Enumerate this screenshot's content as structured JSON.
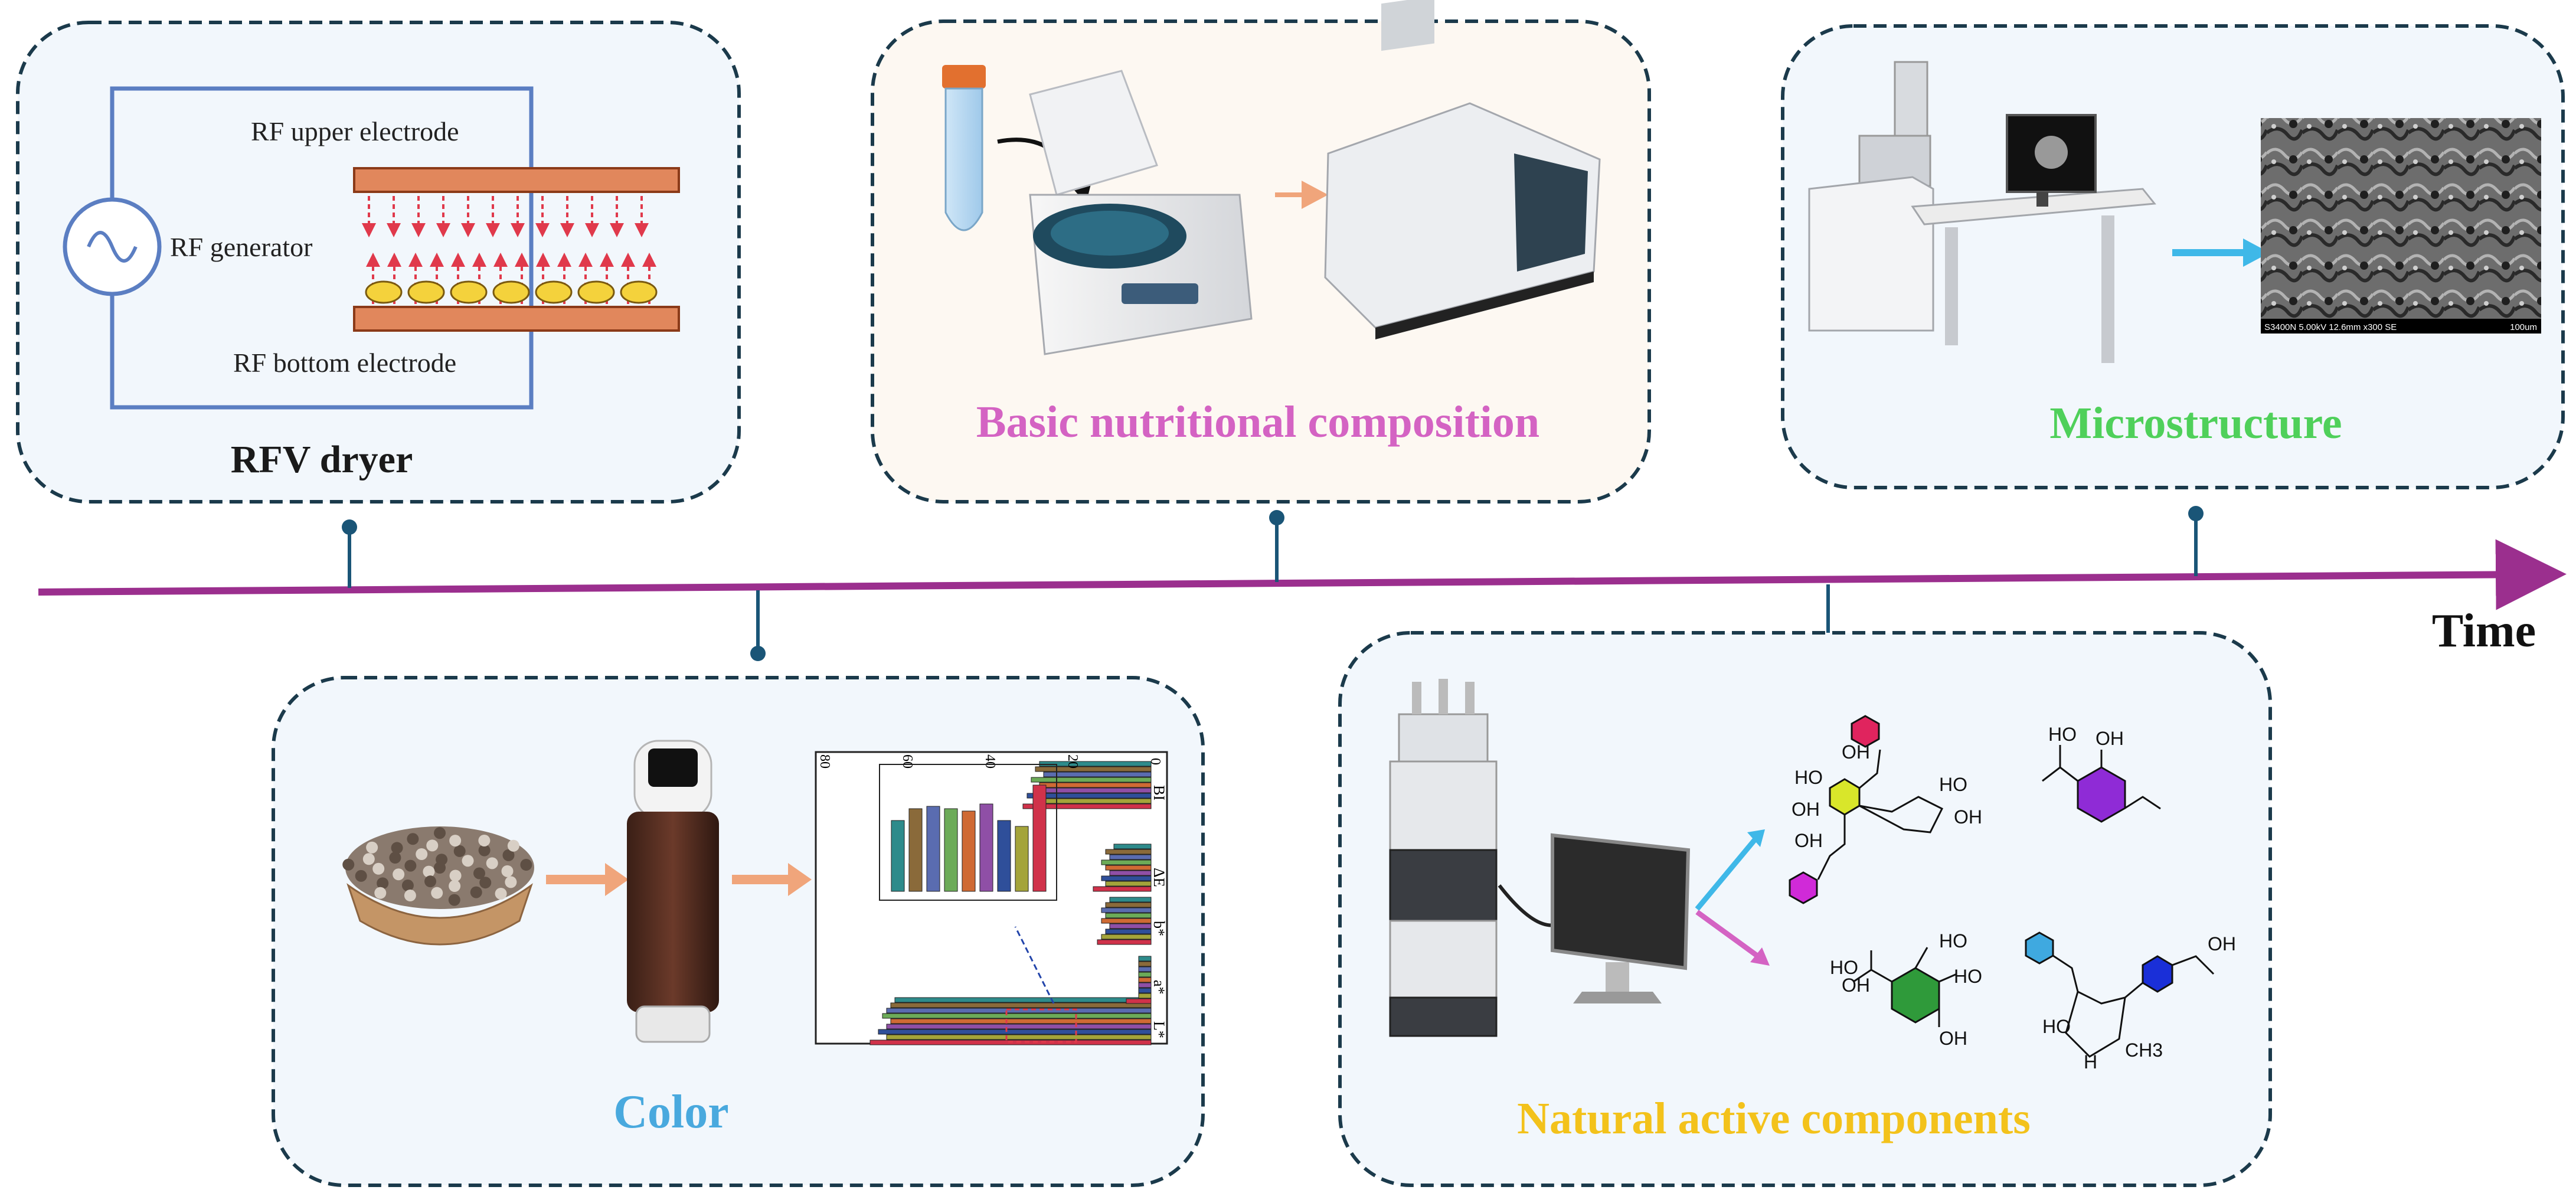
{
  "timeline": {
    "axis_label": "Time",
    "colors": {
      "axis": "#9b2f8e",
      "connector": "#1a5577"
    }
  },
  "panels": {
    "rfv_dryer": {
      "title": "RFV dryer",
      "title_color": "#1a1a1a",
      "labels": {
        "upper": "RF upper electrode",
        "generator": "RF generator",
        "bottom": "RF bottom electrode"
      }
    },
    "nutrition": {
      "title": "Basic nutritional composition",
      "title_color": "#d463c3"
    },
    "microstructure": {
      "title": "Microstructure",
      "title_color": "#4fd05a",
      "sem_caption": "S3400N 5.00kV 12.6mm x300 SE",
      "sem_scale": "100um"
    },
    "color": {
      "title": "Color",
      "title_color": "#49a9de",
      "chart": {
        "categories": [
          "L*",
          "a*",
          "b*",
          "ΔE",
          "BI"
        ],
        "axis_ticks": [
          "0",
          "20",
          "40",
          "60",
          "80"
        ]
      }
    },
    "natural_active": {
      "title": "Natural active components",
      "title_color": "#f3c21b",
      "molecule_labels": [
        "OH",
        "HO",
        "OH",
        "OH",
        "HO",
        "OH",
        "HO",
        "OH",
        "HO",
        "OH",
        "HO",
        "HO",
        "OH",
        "HO",
        "OH",
        "CH3",
        "H"
      ]
    }
  }
}
